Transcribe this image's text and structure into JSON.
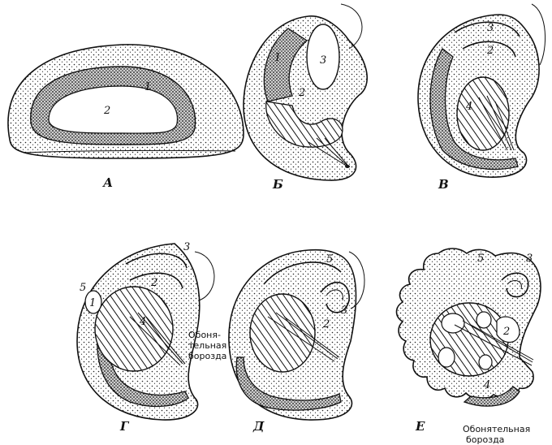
{
  "panels": {
    "a": "А",
    "b": "Б",
    "v": "В",
    "g": "Г",
    "d": "Д",
    "e": "Е"
  },
  "numbers": {
    "n1": "1",
    "n2": "2",
    "n3": "3",
    "n4": "4",
    "n5": "5"
  },
  "notes": {
    "olfactory_sulcus_hyphen_1": "Обоня-",
    "olfactory_sulcus_hyphen_2": "тельная",
    "olfactory_sulcus_hyphen_3": "борозда",
    "olfactory_e_1": "Обонятельная",
    "olfactory_e_2": "борозда"
  }
}
